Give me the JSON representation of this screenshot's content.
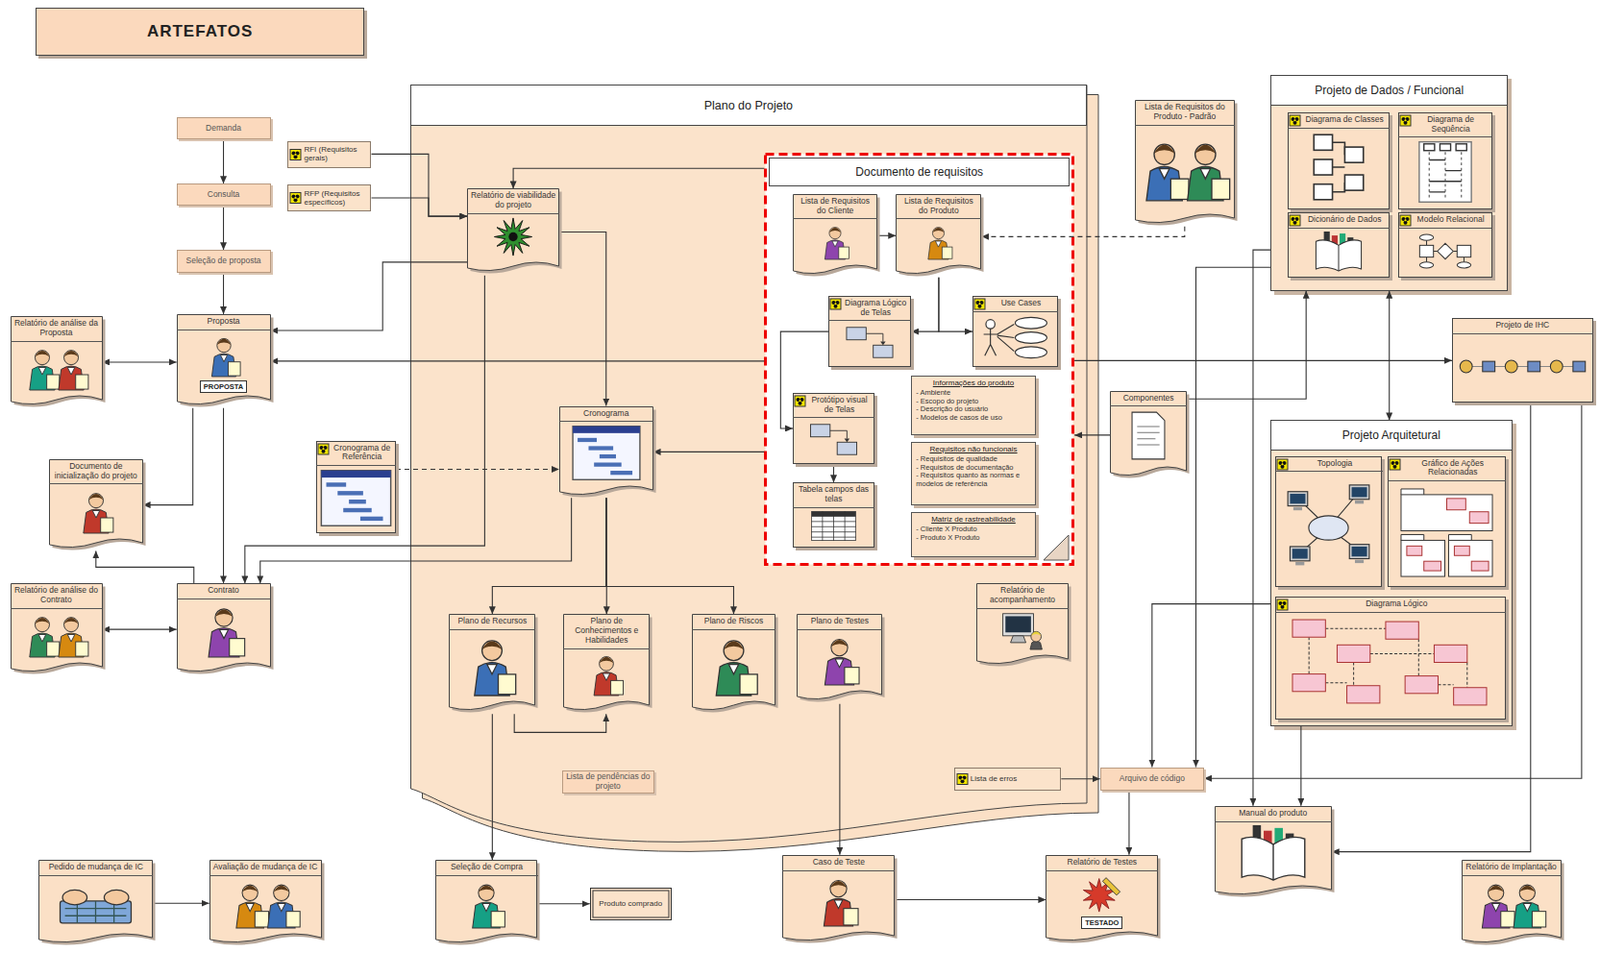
{
  "diagram": {
    "title": "ARTEFATOS",
    "nodes": [
      {
        "text": [
          "Demanda"
        ]
      },
      {
        "text": [
          "Consulta"
        ]
      },
      {
        "text": [
          "Seleção de proposta"
        ]
      },
      {
        "text": [
          "RFI (Requisitos gerais)"
        ]
      },
      {
        "text": [
          "RFP (Requisitos específicos)"
        ]
      },
      {
        "text": [
          "Relatório de análise da Proposta"
        ]
      },
      {
        "text": [
          "Proposta",
          "PROPOSTA"
        ]
      },
      {
        "text": [
          "Documento de inicialização do projeto"
        ]
      },
      {
        "text": [
          "Relatório de análise do Contrato"
        ]
      },
      {
        "text": [
          "Contrato"
        ]
      },
      {
        "text": [
          "Cronograma de Referência"
        ]
      },
      {
        "text": [
          "Plano do Projeto"
        ]
      },
      {
        "text": [
          "Relatório de viabilidade do projeto"
        ],
        "in": 11
      },
      {
        "text": [
          "Cronograma"
        ],
        "in": 11
      },
      {
        "text": [
          "Documento de requisitos"
        ],
        "in": 11
      },
      {
        "text": [
          "Lista de Requisitos do Cliente"
        ],
        "in": 14
      },
      {
        "text": [
          "Lista de Requisitos do Produto"
        ],
        "in": 14
      },
      {
        "text": [
          "Diagrama Lógico de Telas"
        ],
        "in": 14
      },
      {
        "text": [
          "Use Cases"
        ],
        "in": 14
      },
      {
        "text": [
          "Protótipo visual de Telas"
        ],
        "in": 14
      },
      {
        "text": [
          "Tabela campos das telas"
        ],
        "in": 14
      },
      {
        "text": [
          "Informações do produto",
          "- Ambiente",
          "- Escopo do projeto",
          "- Descrição do usuário",
          "- Modelos de casos de uso"
        ],
        "in": 14
      },
      {
        "text": [
          "Requisitos não funcionais",
          "- Requisitos de qualidade",
          "- Requisitos de documentação",
          "- Requisitos quanto às normas e modelos de referência"
        ],
        "in": 14
      },
      {
        "text": [
          "Matriz de rastreabilidade",
          "- Cliente X Produto",
          "- Produto X Produto"
        ],
        "in": 14
      },
      {
        "text": [
          "Plano de Recursos"
        ],
        "in": 11
      },
      {
        "text": [
          "Plano de Conhecimentos e Habilidades"
        ],
        "in": 11
      },
      {
        "text": [
          "Plano de Riscos"
        ],
        "in": 11
      },
      {
        "text": [
          "Plano de Testes"
        ],
        "in": 11
      },
      {
        "text": [
          "Relatório de acompanhamento"
        ],
        "in": 11
      },
      {
        "text": [
          "Lista de pendências do projeto"
        ],
        "in": 11
      },
      {
        "text": [
          "Lista de Requisitos do Produto - Padrão"
        ]
      },
      {
        "text": [
          "Projeto de Dados / Funcional"
        ]
      },
      {
        "text": [
          "Diagrama de Classes"
        ],
        "in": 31
      },
      {
        "text": [
          "Diagrama de Seqüência"
        ],
        "in": 31
      },
      {
        "text": [
          "Dicionário de Dados"
        ],
        "in": 31
      },
      {
        "text": [
          "Modelo Relacional"
        ],
        "in": 31
      },
      {
        "text": [
          "Projeto de IHC"
        ]
      },
      {
        "text": [
          "Componentes"
        ]
      },
      {
        "text": [
          "Projeto Arquitetural"
        ]
      },
      {
        "text": [
          "Topologia"
        ],
        "in": 38
      },
      {
        "text": [
          "Gráfico de Ações Relacionadas"
        ],
        "in": 38
      },
      {
        "text": [
          "Diagrama Lógico"
        ],
        "in": 38
      },
      {
        "text": [
          "Lista de erros"
        ]
      },
      {
        "text": [
          "Arquivo de código"
        ]
      },
      {
        "text": [
          "Manual do produto"
        ]
      },
      {
        "text": [
          "Pedido de mudança de IC"
        ]
      },
      {
        "text": [
          "Avaliação de mudança de IC"
        ]
      },
      {
        "text": [
          "Seleção de Compra"
        ]
      },
      {
        "text": [
          "Produto comprado"
        ]
      },
      {
        "text": [
          "Caso de Teste"
        ]
      },
      {
        "text": [
          "Relatório de Testes",
          "TESTADO"
        ]
      },
      {
        "text": [
          "Relatório de Implantação"
        ]
      }
    ],
    "edges": [
      {
        "from": 0,
        "to": 1,
        "arrow": "to"
      },
      {
        "from": 1,
        "to": 2,
        "arrow": "to"
      },
      {
        "from": 2,
        "to": 6,
        "arrow": "to"
      },
      {
        "from": 3,
        "to": 12,
        "arrow": "to"
      },
      {
        "from": 4,
        "to": 12,
        "arrow": "to"
      },
      {
        "from": 6,
        "to": 5,
        "arrow": "both"
      },
      {
        "from": 6,
        "to": 7,
        "arrow": "to"
      },
      {
        "from": 6,
        "to": 9,
        "arrow": "to"
      },
      {
        "from": 9,
        "to": 8,
        "arrow": "both"
      },
      {
        "from": 9,
        "to": 7,
        "arrow": "to"
      },
      {
        "from": 12,
        "to": 6,
        "arrow": "to"
      },
      {
        "from": 12,
        "to": 13,
        "arrow": "to"
      },
      {
        "from": 12,
        "to": 9,
        "arrow": "to"
      },
      {
        "from": 10,
        "to": 13,
        "arrow": "to"
      },
      {
        "from": 13,
        "to": 9,
        "arrow": "to"
      },
      {
        "from": 13,
        "to": 24,
        "arrow": "to"
      },
      {
        "from": 13,
        "to": 25,
        "arrow": "to"
      },
      {
        "from": 13,
        "to": 26,
        "arrow": "to"
      },
      {
        "from": 14,
        "to": 13,
        "arrow": "to"
      },
      {
        "from": 14,
        "to": 12,
        "arrow": "to"
      },
      {
        "from": 14,
        "to": 6,
        "arrow": "to"
      },
      {
        "from": 15,
        "to": 16,
        "arrow": "to"
      },
      {
        "from": 30,
        "to": 16,
        "arrow": "to"
      },
      {
        "from": 16,
        "to": 17,
        "arrow": "to"
      },
      {
        "from": 16,
        "to": 18,
        "arrow": "to"
      },
      {
        "from": 17,
        "to": 19,
        "arrow": "to"
      },
      {
        "from": 19,
        "to": 20,
        "arrow": "to"
      },
      {
        "from": 14,
        "to": 36,
        "arrow": "to"
      },
      {
        "from": 37,
        "to": 14,
        "arrow": "to"
      },
      {
        "from": 37,
        "to": 31,
        "arrow": "to"
      },
      {
        "from": 31,
        "to": 38,
        "arrow": "both"
      },
      {
        "from": 24,
        "to": 47,
        "arrow": "to"
      },
      {
        "from": 24,
        "to": 25,
        "arrow": "to"
      },
      {
        "from": 47,
        "to": 48,
        "arrow": "to"
      },
      {
        "from": 27,
        "to": 49,
        "arrow": "to"
      },
      {
        "from": 49,
        "to": 50,
        "arrow": "to"
      },
      {
        "from": 42,
        "to": 43,
        "arrow": "to"
      },
      {
        "from": 43,
        "to": 50,
        "arrow": "to"
      },
      {
        "from": 38,
        "to": 43,
        "arrow": "to"
      },
      {
        "from": 31,
        "to": 43,
        "arrow": "to"
      },
      {
        "from": 31,
        "to": 44,
        "arrow": "to"
      },
      {
        "from": 38,
        "to": 44,
        "arrow": "to"
      },
      {
        "from": 36,
        "to": 44,
        "arrow": "to"
      },
      {
        "from": 36,
        "to": 43,
        "arrow": "to"
      },
      {
        "from": 45,
        "to": 46,
        "arrow": "to"
      }
    ]
  }
}
